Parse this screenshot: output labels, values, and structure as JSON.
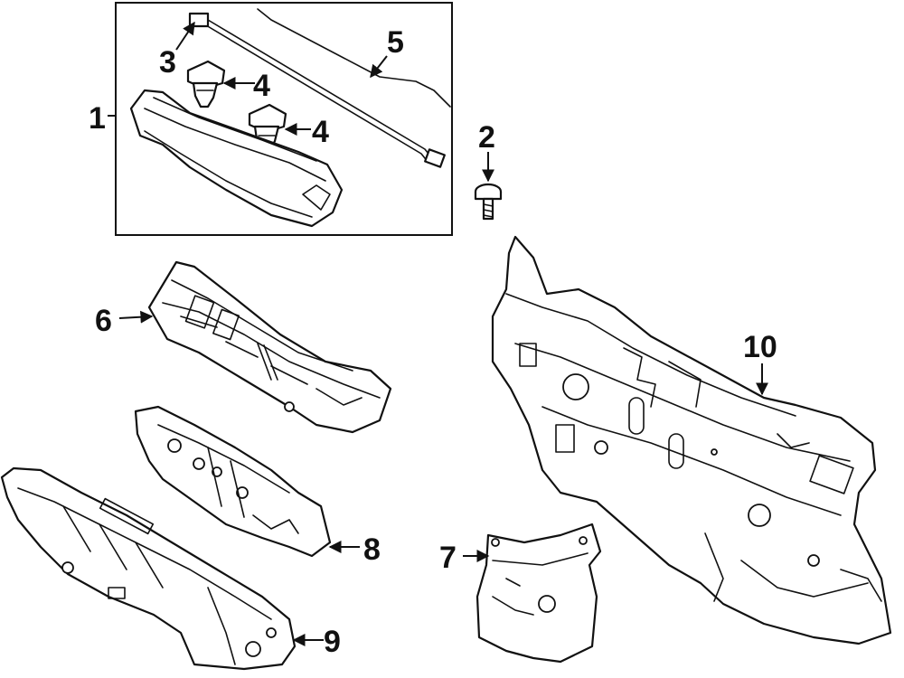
{
  "callouts": {
    "c1": "1",
    "c2": "2",
    "c3": "3",
    "c4a": "4",
    "c4b": "4",
    "c5": "5",
    "c6": "6",
    "c7": "7",
    "c8": "8",
    "c9": "9",
    "c10": "10"
  },
  "colors": {
    "line": "#111111",
    "background": "#ffffff"
  }
}
